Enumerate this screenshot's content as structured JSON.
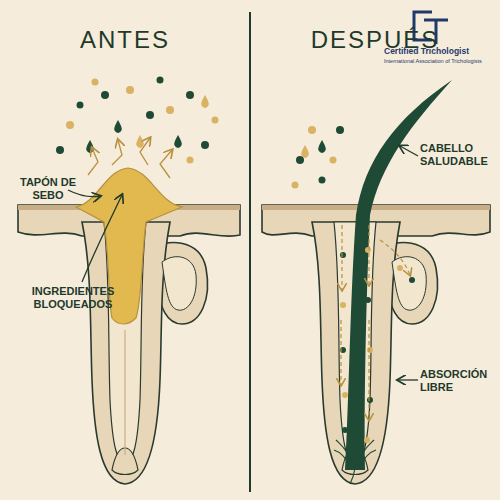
{
  "diagram": {
    "labels": [
      "ANTES",
      "DESPUÉS",
      "TAPÓN DE SEBO",
      "INGREDIENTES BLOQUEADOS",
      "CABELLO SALUDABLE",
      "ABSORCIÓN LIBRE",
      "Certified Trichologist",
      "International Association of Trichologists"
    ]
  }
}
